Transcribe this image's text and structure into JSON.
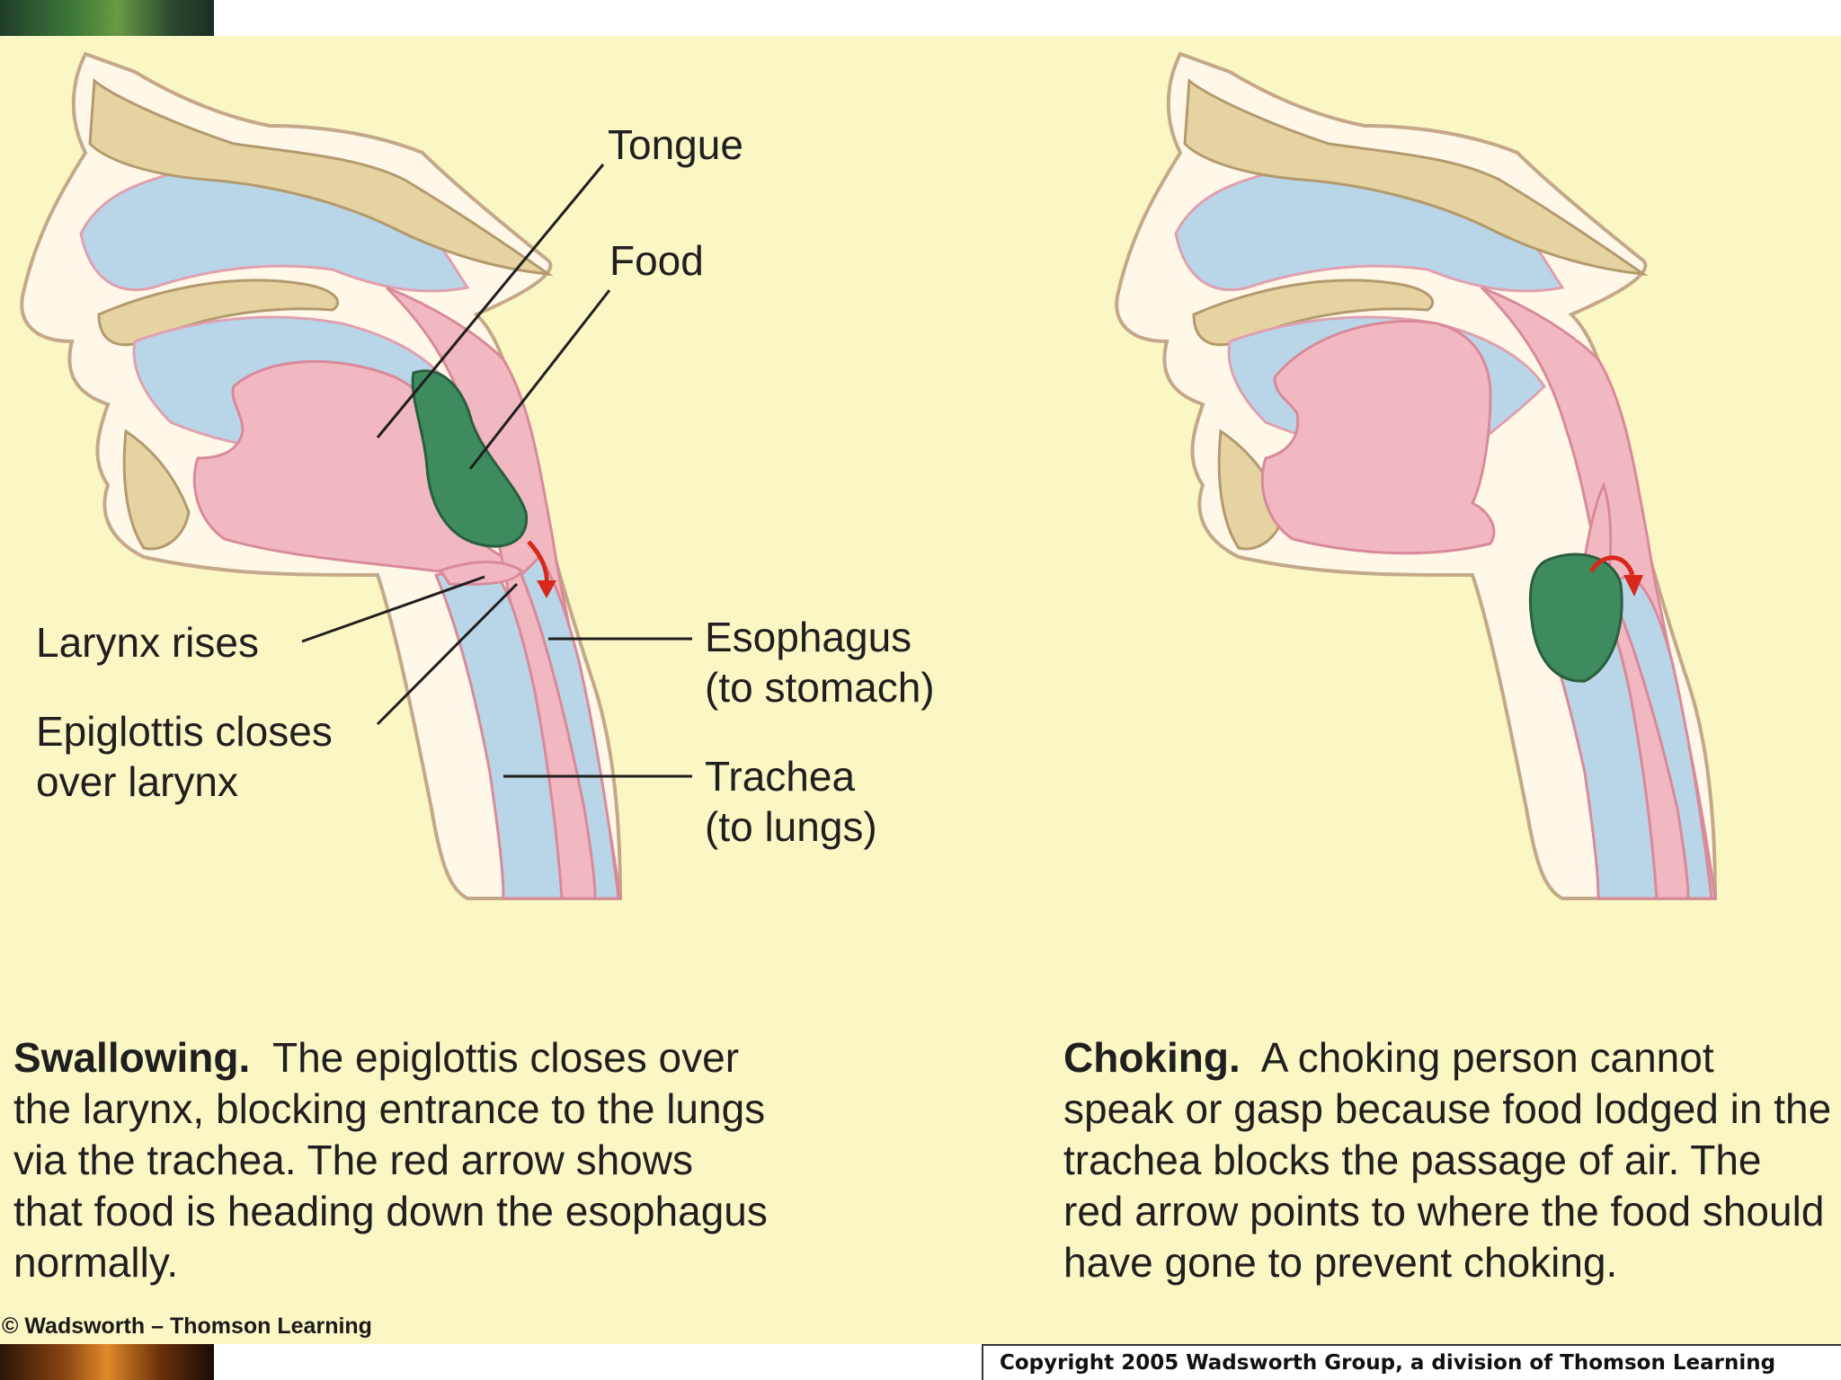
{
  "panels": [
    {
      "caption_title": "Swallowing.",
      "caption_body": "The epiglottis closes over the larynx, blocking entrance to the lungs via the trachea. The red arrow shows that food is heading down the esophagus normally."
    },
    {
      "caption_title": "Choking.",
      "caption_body": "A choking person cannot speak or gasp because food lodged in the trachea blocks the passage of air. The red arrow points to where the food should have gone to prevent choking."
    }
  ],
  "labels": {
    "tongue": "Tongue",
    "food": "Food",
    "larynx_rises": "Larynx rises",
    "epiglottis": "Epiglottis closes\nover larynx",
    "esophagus": "Esophagus\n(to stomach)",
    "trachea": "Trachea\n(to lungs)"
  },
  "credit": "© Wadsworth – Thomson Learning",
  "copyright": "Copyright 2005 Wadsworth Group, a division of Thomson Learning",
  "colors": {
    "background": "#fbf7c4",
    "tissue_pink": "#f2b8c2",
    "airway_blue": "#b9d6e8",
    "bone_tan": "#e6d3a2",
    "food_green": "#3e8c5e",
    "arrow_red": "#d8281a"
  }
}
